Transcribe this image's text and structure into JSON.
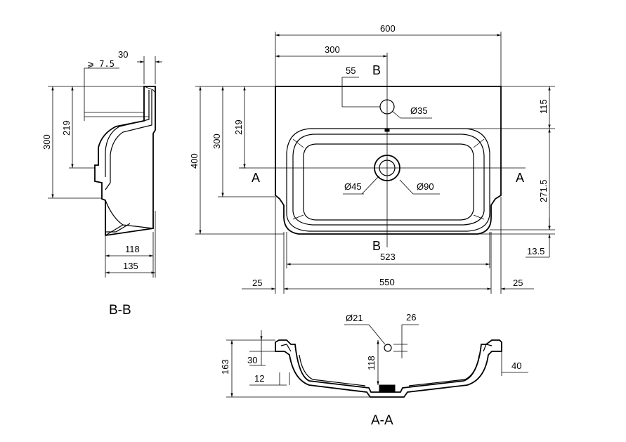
{
  "drawing": {
    "top_view": {
      "dims": {
        "overall_width": "600",
        "half_width": "300",
        "tap_offset": "55",
        "tap_hole": "Ø35",
        "top_depth": "115",
        "bowl_depth": "271.5",
        "bottom_offset": "13.5",
        "bowl_width": "523",
        "base_width": "550",
        "left_margin": "25",
        "right_margin": "25",
        "drain_small": "Ø45",
        "drain_large": "Ø90",
        "total_height": "400",
        "height_300": "300",
        "height_219": "219"
      },
      "section_marks": {
        "a_left": "A",
        "a_right": "A",
        "b_top": "B",
        "b_bottom": "B"
      }
    },
    "side_section": {
      "title": "B-B",
      "dims": {
        "rim": "30",
        "slope": "⩾ 7.5",
        "height_300": "300",
        "height_219": "219",
        "width_118": "118",
        "width_135": "135"
      }
    },
    "front_section": {
      "title": "A-A",
      "dims": {
        "overflow_hole": "Ø21",
        "offset_26": "26",
        "height_163": "163",
        "depth_118": "118",
        "rim_30": "30",
        "wall_12": "12",
        "edge_40": "40"
      }
    }
  }
}
